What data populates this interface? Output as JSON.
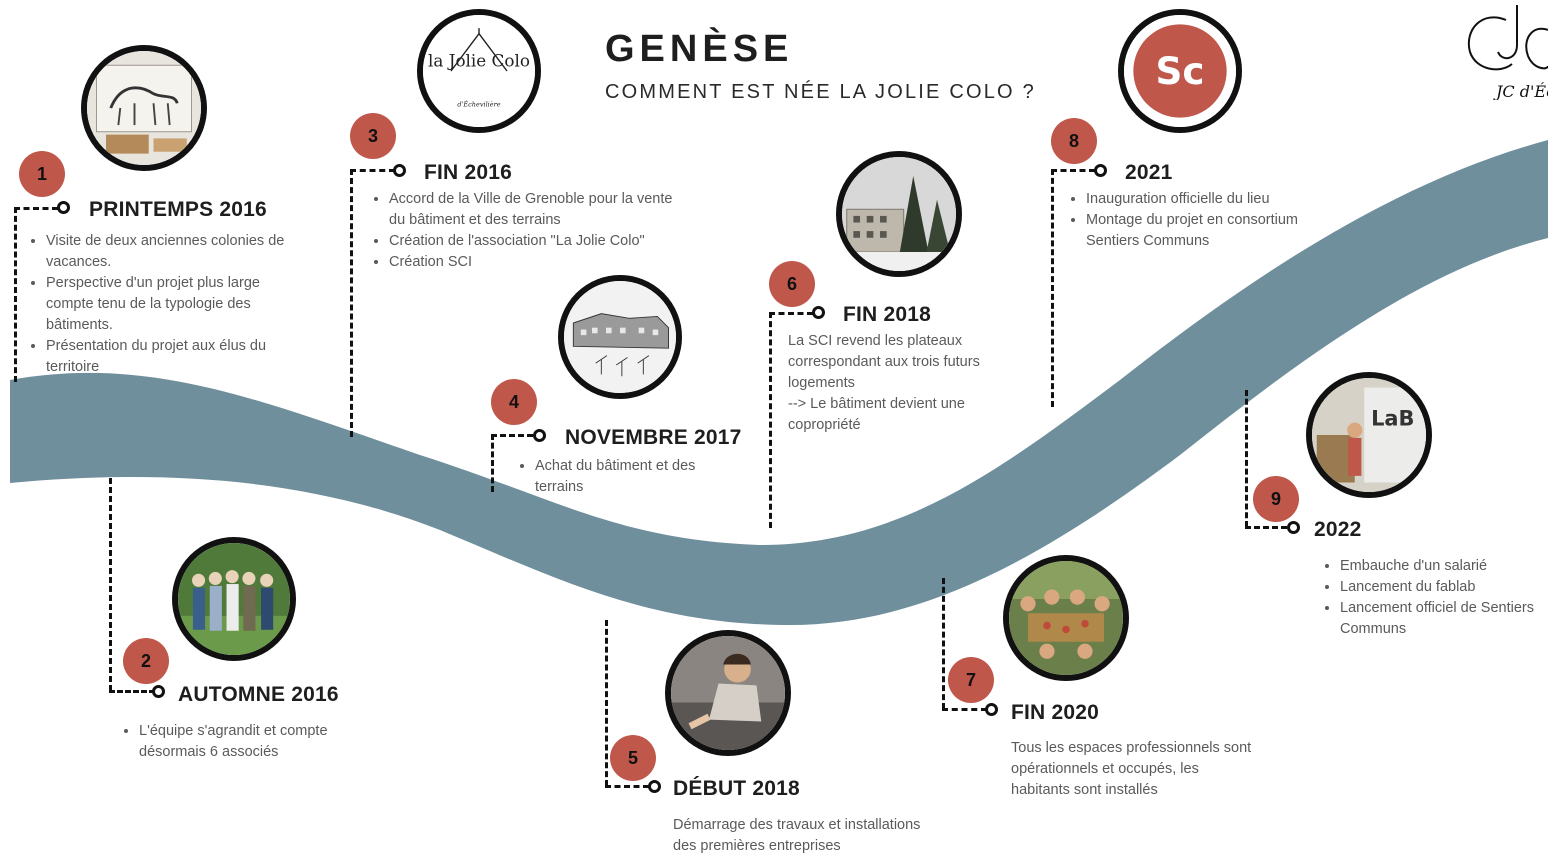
{
  "header": {
    "title": "GENÈSE",
    "subtitle": "COMMENT EST NÉE LA JOLIE COLO ?"
  },
  "brand": {
    "logo_text": "JC d'Éch",
    "logo_icon": "jolie-colo-logo"
  },
  "colors": {
    "wave": "#6f8f9c",
    "badge": "#c0574b",
    "ink": "#111111"
  },
  "milestones": [
    {
      "number": "1",
      "title": "PRINTEMPS 2016",
      "photo_icon": "workshop-sketch-photo",
      "items": [
        "Visite de deux anciennes colonies de vacances.",
        "Perspective d'un projet plus large compte tenu de la typologie des bâtiments.",
        "Présentation du projet aux élus du territoire"
      ]
    },
    {
      "number": "2",
      "title": "AUTOMNE 2016",
      "photo_icon": "team-group-photo",
      "items": [
        "L'équipe s'agrandit et compte désormais 6 associés"
      ]
    },
    {
      "number": "3",
      "title": "FIN 2016",
      "photo_icon": "jolie-colo-emblem",
      "logo_text": "la Jolie Colo",
      "logo_sub": "d'Échevilière",
      "items": [
        "Accord de la Ville de Grenoble pour la vente du bâtiment et des terrains",
        "Création de l'association \"La Jolie Colo\"",
        "Création SCI"
      ]
    },
    {
      "number": "4",
      "title": "NOVEMBRE 2017",
      "photo_icon": "building-sketch-photo",
      "items": [
        "Achat du bâtiment et des terrains"
      ]
    },
    {
      "number": "5",
      "title": "DÉBUT 2018",
      "photo_icon": "construction-work-photo",
      "lines": [
        "Démarrage des travaux et installations",
        "des premières entreprises"
      ]
    },
    {
      "number": "6",
      "title": "FIN 2018",
      "photo_icon": "snowy-building-photo",
      "lines": [
        "La SCI revend les plateaux",
        "correspondant aux trois futurs",
        "logements",
        "--> Le bâtiment devient une",
        "copropriété"
      ]
    },
    {
      "number": "7",
      "title": "FIN 2020",
      "photo_icon": "outdoor-meal-photo",
      "lines": [
        "Tous les espaces professionnels sont",
        "opérationnels et occupés, les",
        "habitants sont installés"
      ]
    },
    {
      "number": "8",
      "title": "2021",
      "photo_icon": "sentiers-communs-logo",
      "logo_text": "Sc",
      "items": [
        "Inauguration officielle du lieu",
        "Montage du projet en consortium Sentiers Communs"
      ]
    },
    {
      "number": "9",
      "title": "2022",
      "photo_icon": "fablab-photo",
      "items": [
        "Embauche d'un salarié",
        "Lancement du fablab",
        "Lancement officiel de Sentiers Communs"
      ]
    }
  ]
}
